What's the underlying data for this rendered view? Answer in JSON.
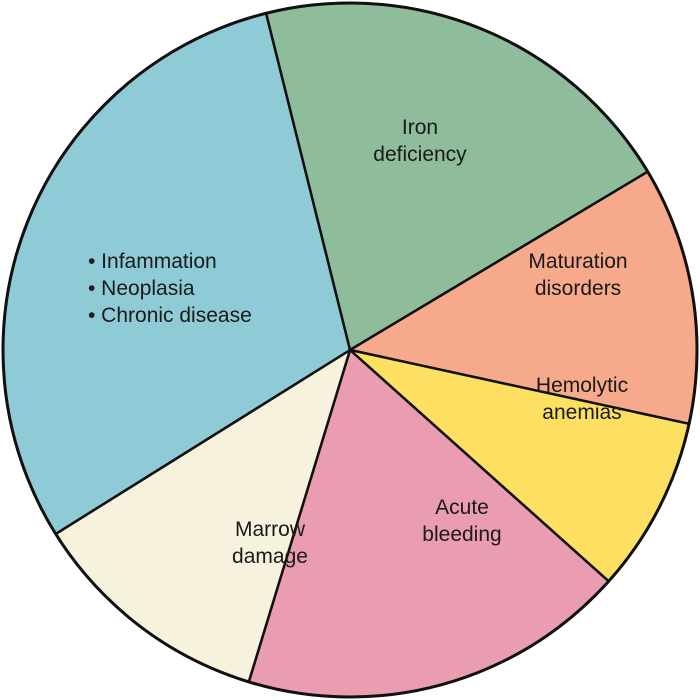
{
  "chart_data": {
    "type": "pie",
    "start_angle_deg": 346,
    "direction": "clockwise",
    "slices": [
      {
        "label": [
          "Iron",
          "deficiency"
        ],
        "value": 20.3,
        "color": "#8fbc9a",
        "align": "middle"
      },
      {
        "label": [
          "Maturation",
          "disorders"
        ],
        "value": 12.0,
        "color": "#f6a98b",
        "align": "middle"
      },
      {
        "label": [
          "Hemolytic",
          "anemias"
        ],
        "value": 8.2,
        "color": "#fde061",
        "align": "middle"
      },
      {
        "label": [
          "Acute",
          "bleeding"
        ],
        "value": 18.1,
        "color": "#ea9cb0",
        "align": "middle"
      },
      {
        "label": [
          "Marrow",
          "damage"
        ],
        "value": 11.4,
        "color": "#f6f2dd",
        "align": "middle"
      },
      {
        "label": [
          "• Infammation",
          "• Neoplasia",
          "• Chronic disease"
        ],
        "value": 30.0,
        "color": "#8ecbd6",
        "align": "start"
      }
    ]
  }
}
